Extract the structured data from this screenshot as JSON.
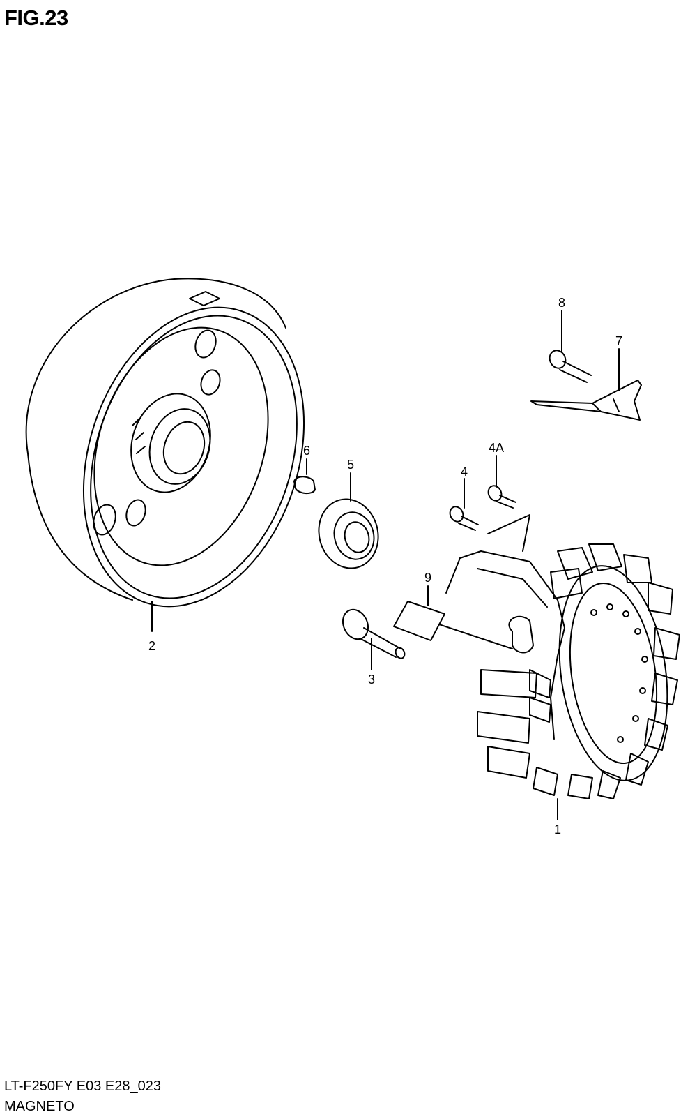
{
  "figure": {
    "title": "FIG.23"
  },
  "callouts": [
    {
      "id": "1",
      "label": "1"
    },
    {
      "id": "2",
      "label": "2"
    },
    {
      "id": "3",
      "label": "3"
    },
    {
      "id": "4",
      "label": "4"
    },
    {
      "id": "4A",
      "label": "4A"
    },
    {
      "id": "5",
      "label": "5"
    },
    {
      "id": "6",
      "label": "6"
    },
    {
      "id": "7",
      "label": "7"
    },
    {
      "id": "8",
      "label": "8"
    },
    {
      "id": "9",
      "label": "9"
    }
  ],
  "footer": {
    "model_code": "LT-F250FY E03 E28_023",
    "section_name": "MAGNETO"
  }
}
